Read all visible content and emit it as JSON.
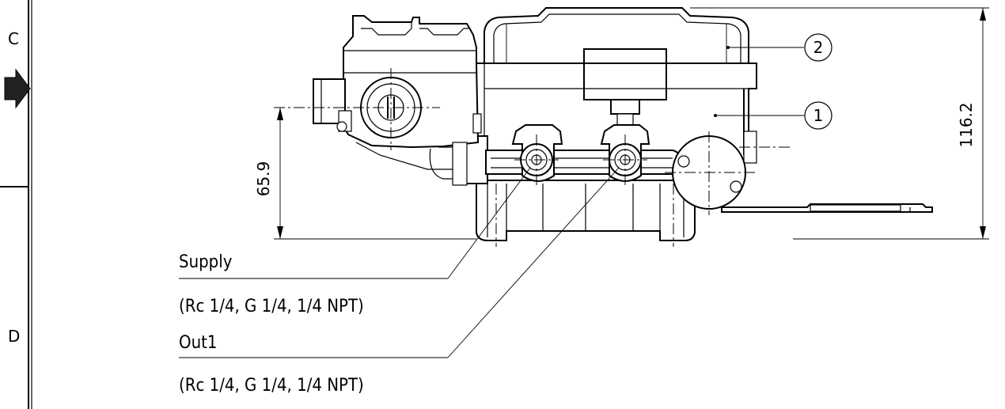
{
  "border_zones": {
    "upper": "C",
    "lower": "D"
  },
  "balloons": {
    "part_1": "1",
    "part_2": "2"
  },
  "dimensions": {
    "overall_height": "116.2",
    "port_height": "65.9"
  },
  "callouts": {
    "supply": {
      "name": "Supply",
      "thread": "(Rc 1/4, G 1/4, 1/4 NPT)"
    },
    "out1": {
      "name": "Out1",
      "thread": "(Rc 1/4, G 1/4, 1/4 NPT)"
    }
  }
}
